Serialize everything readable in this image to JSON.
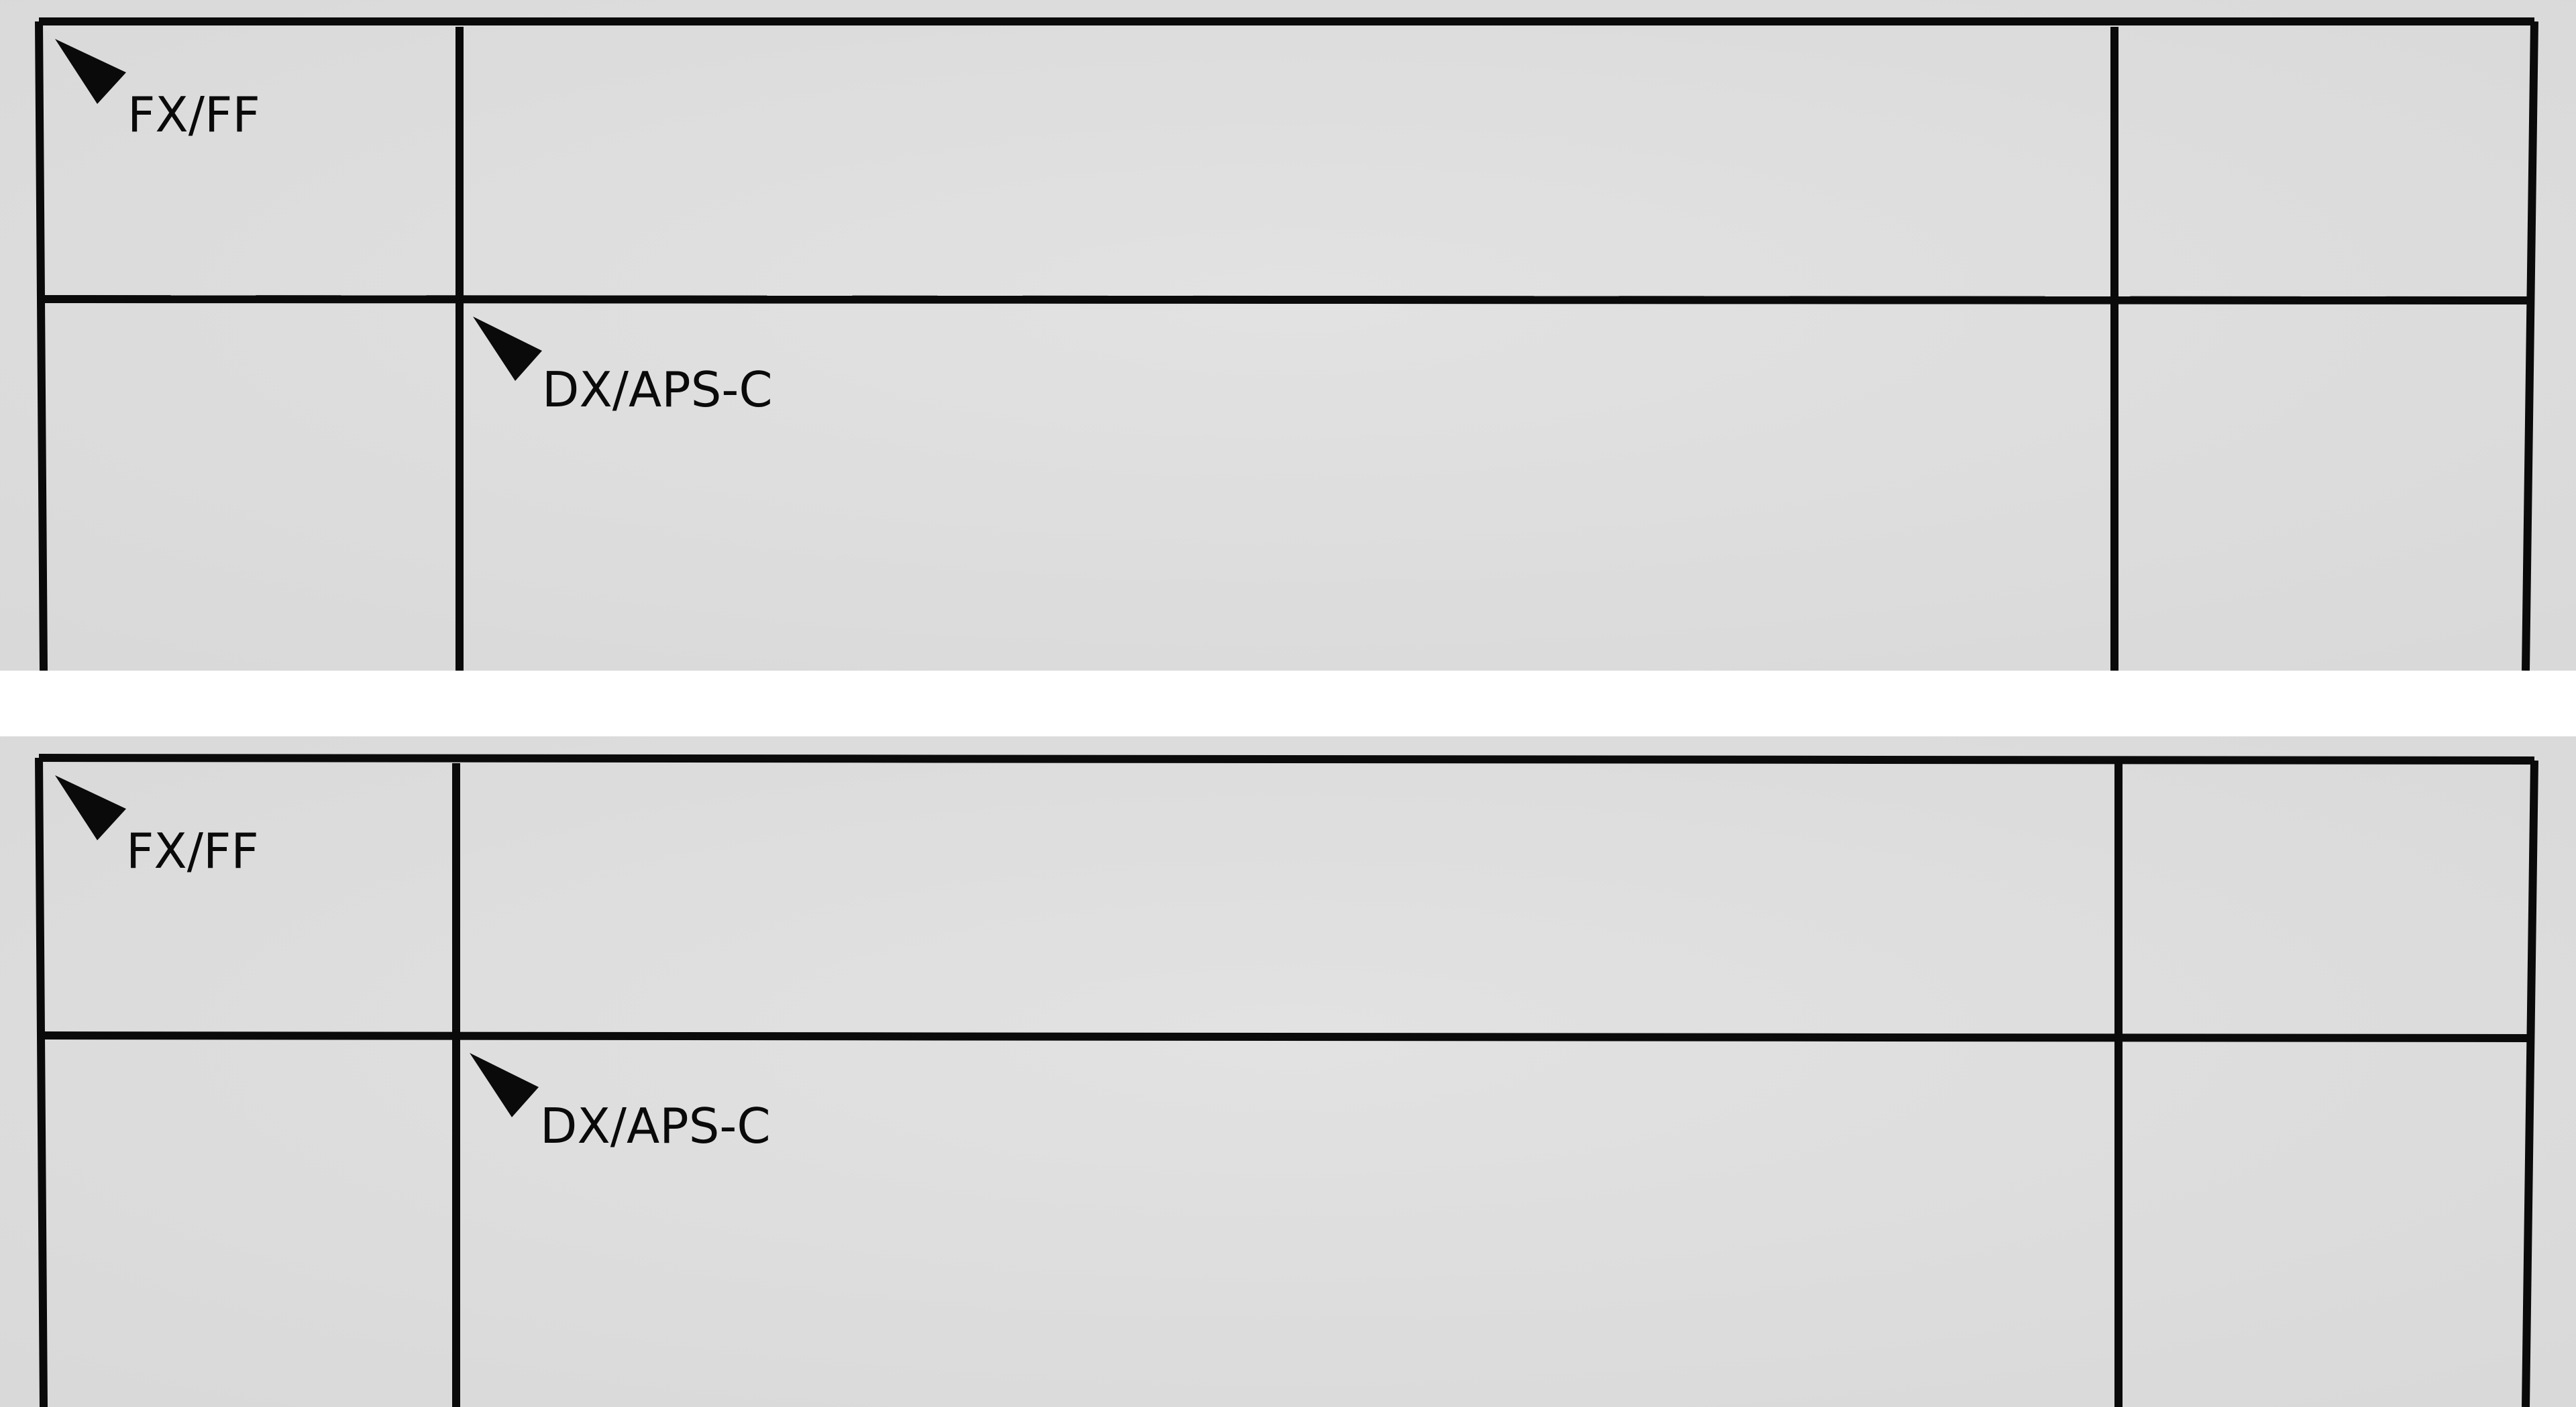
{
  "colors": {
    "page_background": "#ffffff",
    "panel_background": "#e0e0e0",
    "line": "#0a0a0a",
    "marker": "#0a0a0a"
  },
  "panels": [
    {
      "outer_frame_label": "FX/FF",
      "inner_frame_label": "DX/APS-C"
    },
    {
      "outer_frame_label": "FX/FF",
      "inner_frame_label": "DX/APS-C"
    }
  ],
  "icons": {
    "corner_marker": "triangle-pointer-icon"
  }
}
